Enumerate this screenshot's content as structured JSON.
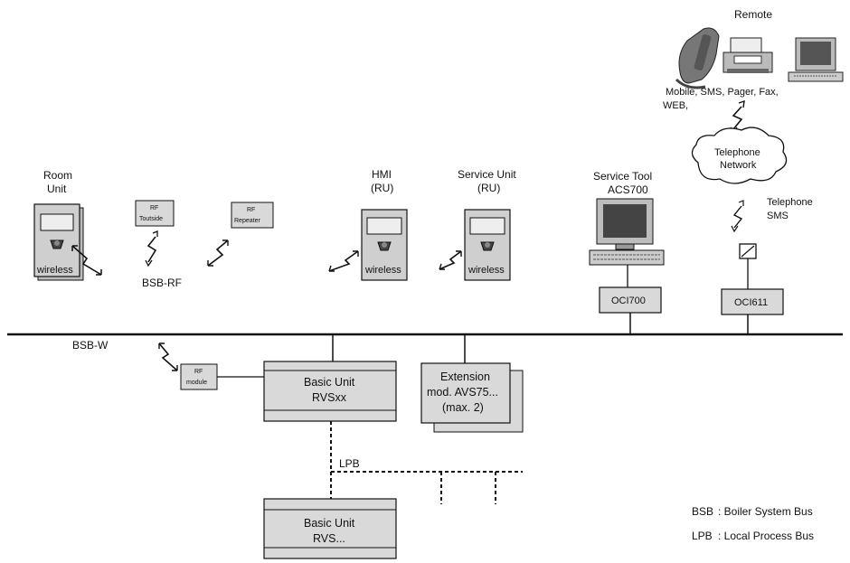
{
  "labels": {
    "remote": "Remote",
    "remote_services_line1": "Mobile, SMS, Pager, Fax,",
    "remote_services_line2": "WEB,",
    "telephone_network_line1": "Telephone",
    "telephone_network_line2": "Network",
    "telephone_sms_line1": "Telephone",
    "telephone_sms_line2": "SMS",
    "room_unit_line1": "Room",
    "room_unit_line2": "Unit",
    "rf_outside_line1": "RF",
    "rf_outside_line2": "Toutside",
    "rf_repeater_line1": "RF",
    "rf_repeater_line2": "Repeater",
    "bsb_rf": "BSB-RF",
    "hmi_line1": "HMI",
    "hmi_line2": "(RU)",
    "service_unit_line1": "Service Unit",
    "service_unit_line2": "(RU)",
    "service_tool_line1": "Service Tool",
    "service_tool_line2": "ACS700",
    "oci700": "OCI700",
    "oci611": "OCI611",
    "wireless": "wireless",
    "bsb_w": "BSB-W",
    "rf_module_line1": "RF",
    "rf_module_line2": "module",
    "basic_unit_rvsxx_line1": "Basic Unit",
    "basic_unit_rvsxx_line2": "RVSxx",
    "extension_line1": "Extension",
    "extension_line2": "mod. AVS75...",
    "extension_line3": "(max. 2)",
    "lpb": "LPB",
    "basic_unit_rvs_line1": "Basic Unit",
    "basic_unit_rvs_line2": "RVS...",
    "legend_bsb_abbr": "BSB",
    "legend_bsb_text": ":  Boiler System Bus",
    "legend_lpb_abbr": "LPB",
    "legend_lpb_text": ":  Local Process Bus"
  },
  "colors": {
    "device_fill": "#cfcfcf",
    "box_fill": "#d9d9d9",
    "line": "#111111"
  }
}
